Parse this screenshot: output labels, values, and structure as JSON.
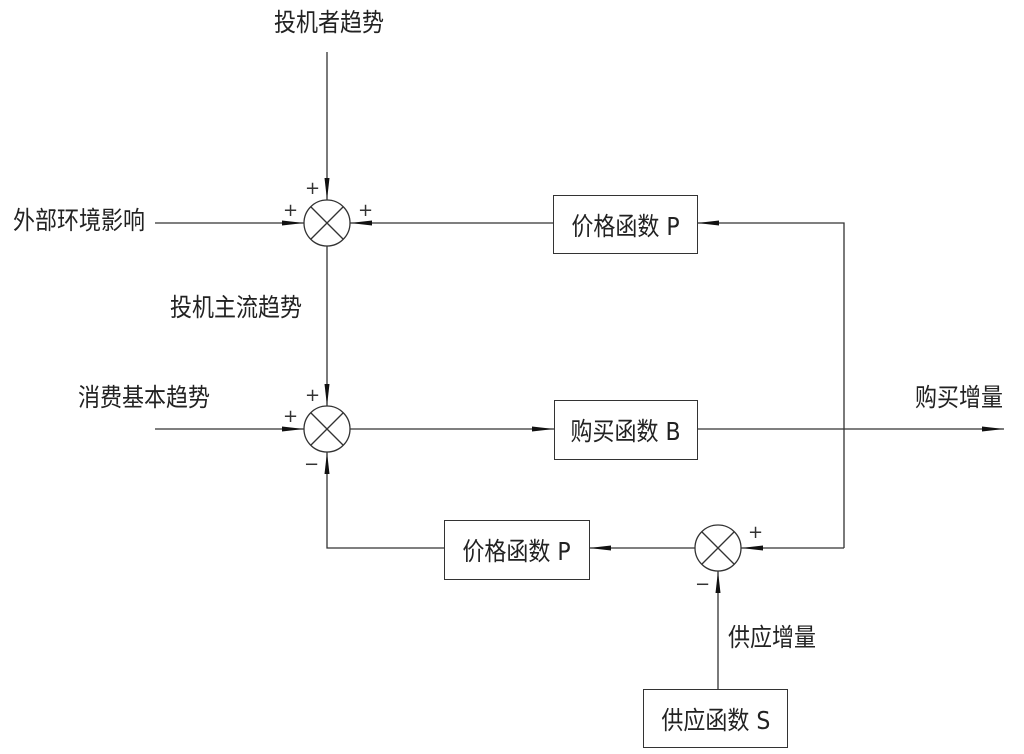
{
  "inputs": {
    "speculator_trend": "投机者趋势",
    "external_influence": "外部环境影响",
    "speculation_mainstream": "投机主流趋势",
    "consumption_basic_trend": "消费基本趋势",
    "supply_increment": "供应增量"
  },
  "outputs": {
    "purchase_increment": "购买增量"
  },
  "blocks": {
    "price_function_top": "价格函数 P",
    "purchase_function": "购买函数 B",
    "price_function_bottom": "价格函数 P",
    "supply_function": "供应函数 S"
  },
  "signs": {
    "j1_top": "+",
    "j1_left": "+",
    "j1_right": "+",
    "j2_top": "+",
    "j2_left": "+",
    "j2_bottom": "−",
    "j3_right": "+",
    "j3_bottom": "−"
  }
}
